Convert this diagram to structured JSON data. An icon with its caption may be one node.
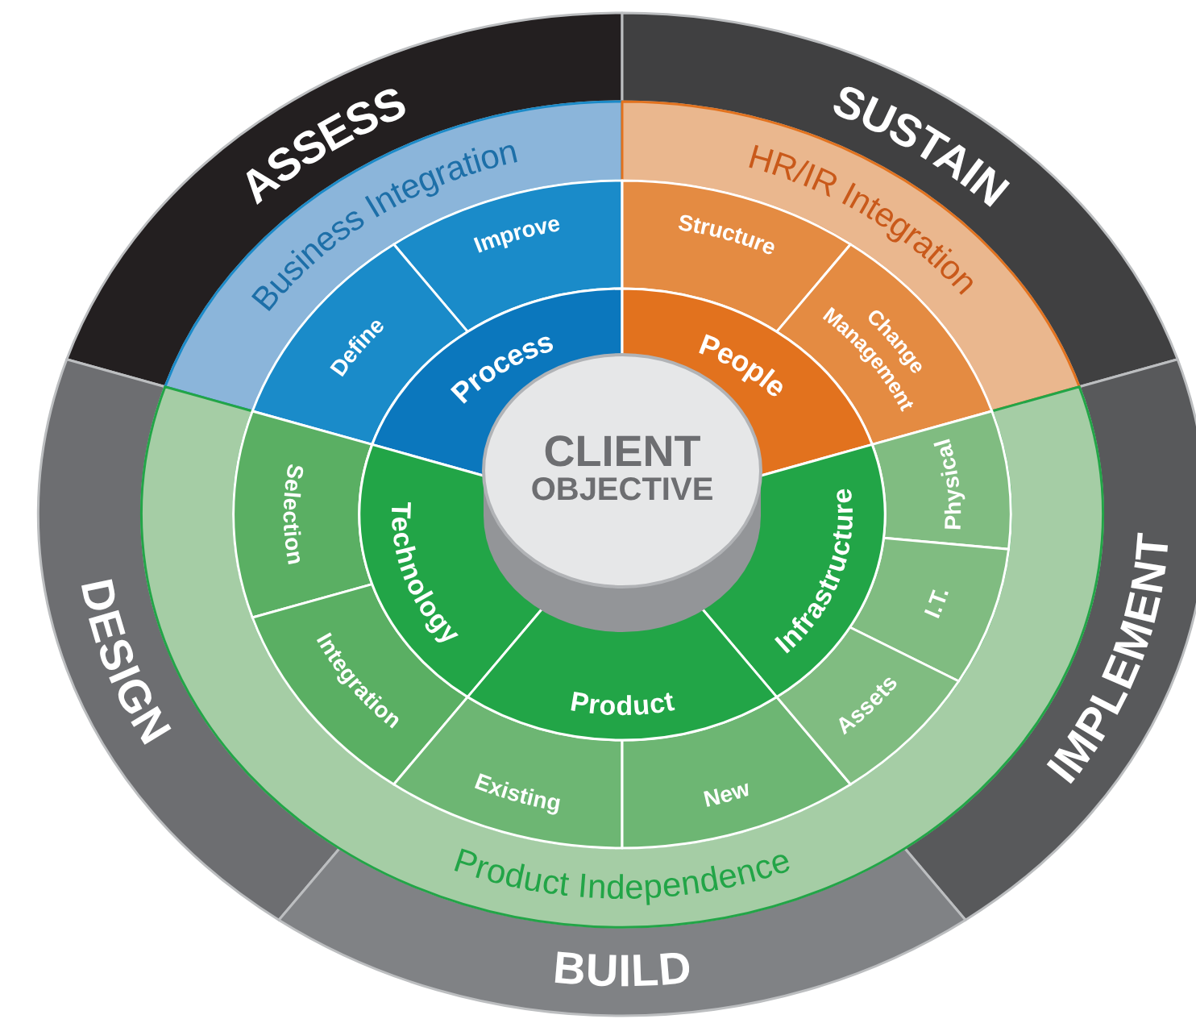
{
  "diagram": {
    "nodes": [
      {
        "text": [
          "ASSESS"
        ]
      },
      {
        "text": [
          "SUSTAIN"
        ]
      },
      {
        "text": [
          "DESIGN"
        ]
      },
      {
        "text": [
          "IMPLEMENT"
        ]
      },
      {
        "text": [
          "BUILD"
        ]
      },
      {
        "text": [
          "Business Integration"
        ]
      },
      {
        "text": [
          "HR/IR Integration"
        ]
      },
      {
        "text": [
          "Product Independence"
        ]
      },
      {
        "text": [
          "Improve"
        ]
      },
      {
        "text": [
          "Define"
        ]
      },
      {
        "text": [
          "Structure"
        ]
      },
      {
        "text": [
          "Change Management"
        ]
      },
      {
        "text": [
          "Selection"
        ]
      },
      {
        "text": [
          "Physical"
        ]
      },
      {
        "text": [
          "Integration"
        ]
      },
      {
        "text": [
          "I.T."
        ]
      },
      {
        "text": [
          "Existing"
        ]
      },
      {
        "text": [
          "New"
        ]
      },
      {
        "text": [
          "Assets"
        ]
      },
      {
        "text": [
          "Process"
        ]
      },
      {
        "text": [
          "People"
        ]
      },
      {
        "text": [
          "Technology"
        ]
      },
      {
        "text": [
          "Infrastructure"
        ]
      },
      {
        "text": [
          "Product"
        ]
      },
      {
        "text": [
          "CLIENT OBJECTIVE"
        ]
      }
    ]
  }
}
